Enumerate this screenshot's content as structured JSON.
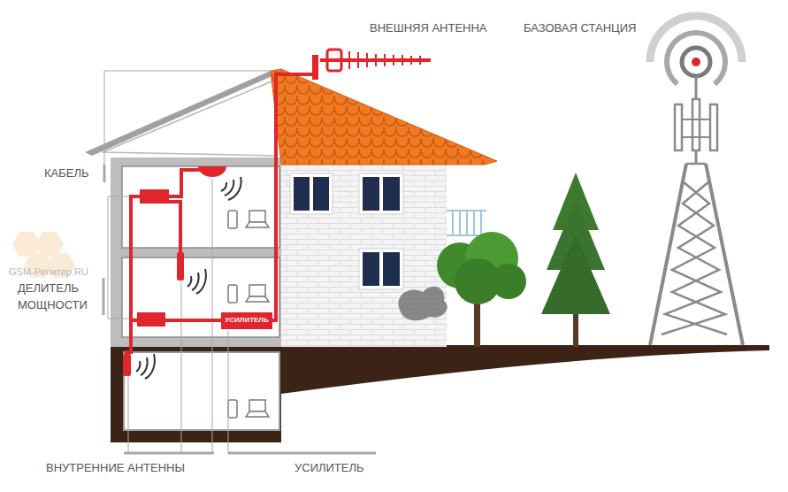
{
  "diagram": {
    "nodes": [
      {
        "text": [
          "УСИЛИТЕЛЬ"
        ]
      }
    ],
    "labels": [
      "ВНЕШНЯЯ АНТЕННА",
      "БАЗОВАЯ СТАНЦИЯ",
      "КАБЕЛЬ",
      "ДЕЛИТЕЛЬ МОЩНОСТИ",
      "ВНУТРЕННИЕ АНТЕННЫ",
      "УСИЛИТЕЛЬ",
      "GSM-Репитер.RU"
    ]
  }
}
